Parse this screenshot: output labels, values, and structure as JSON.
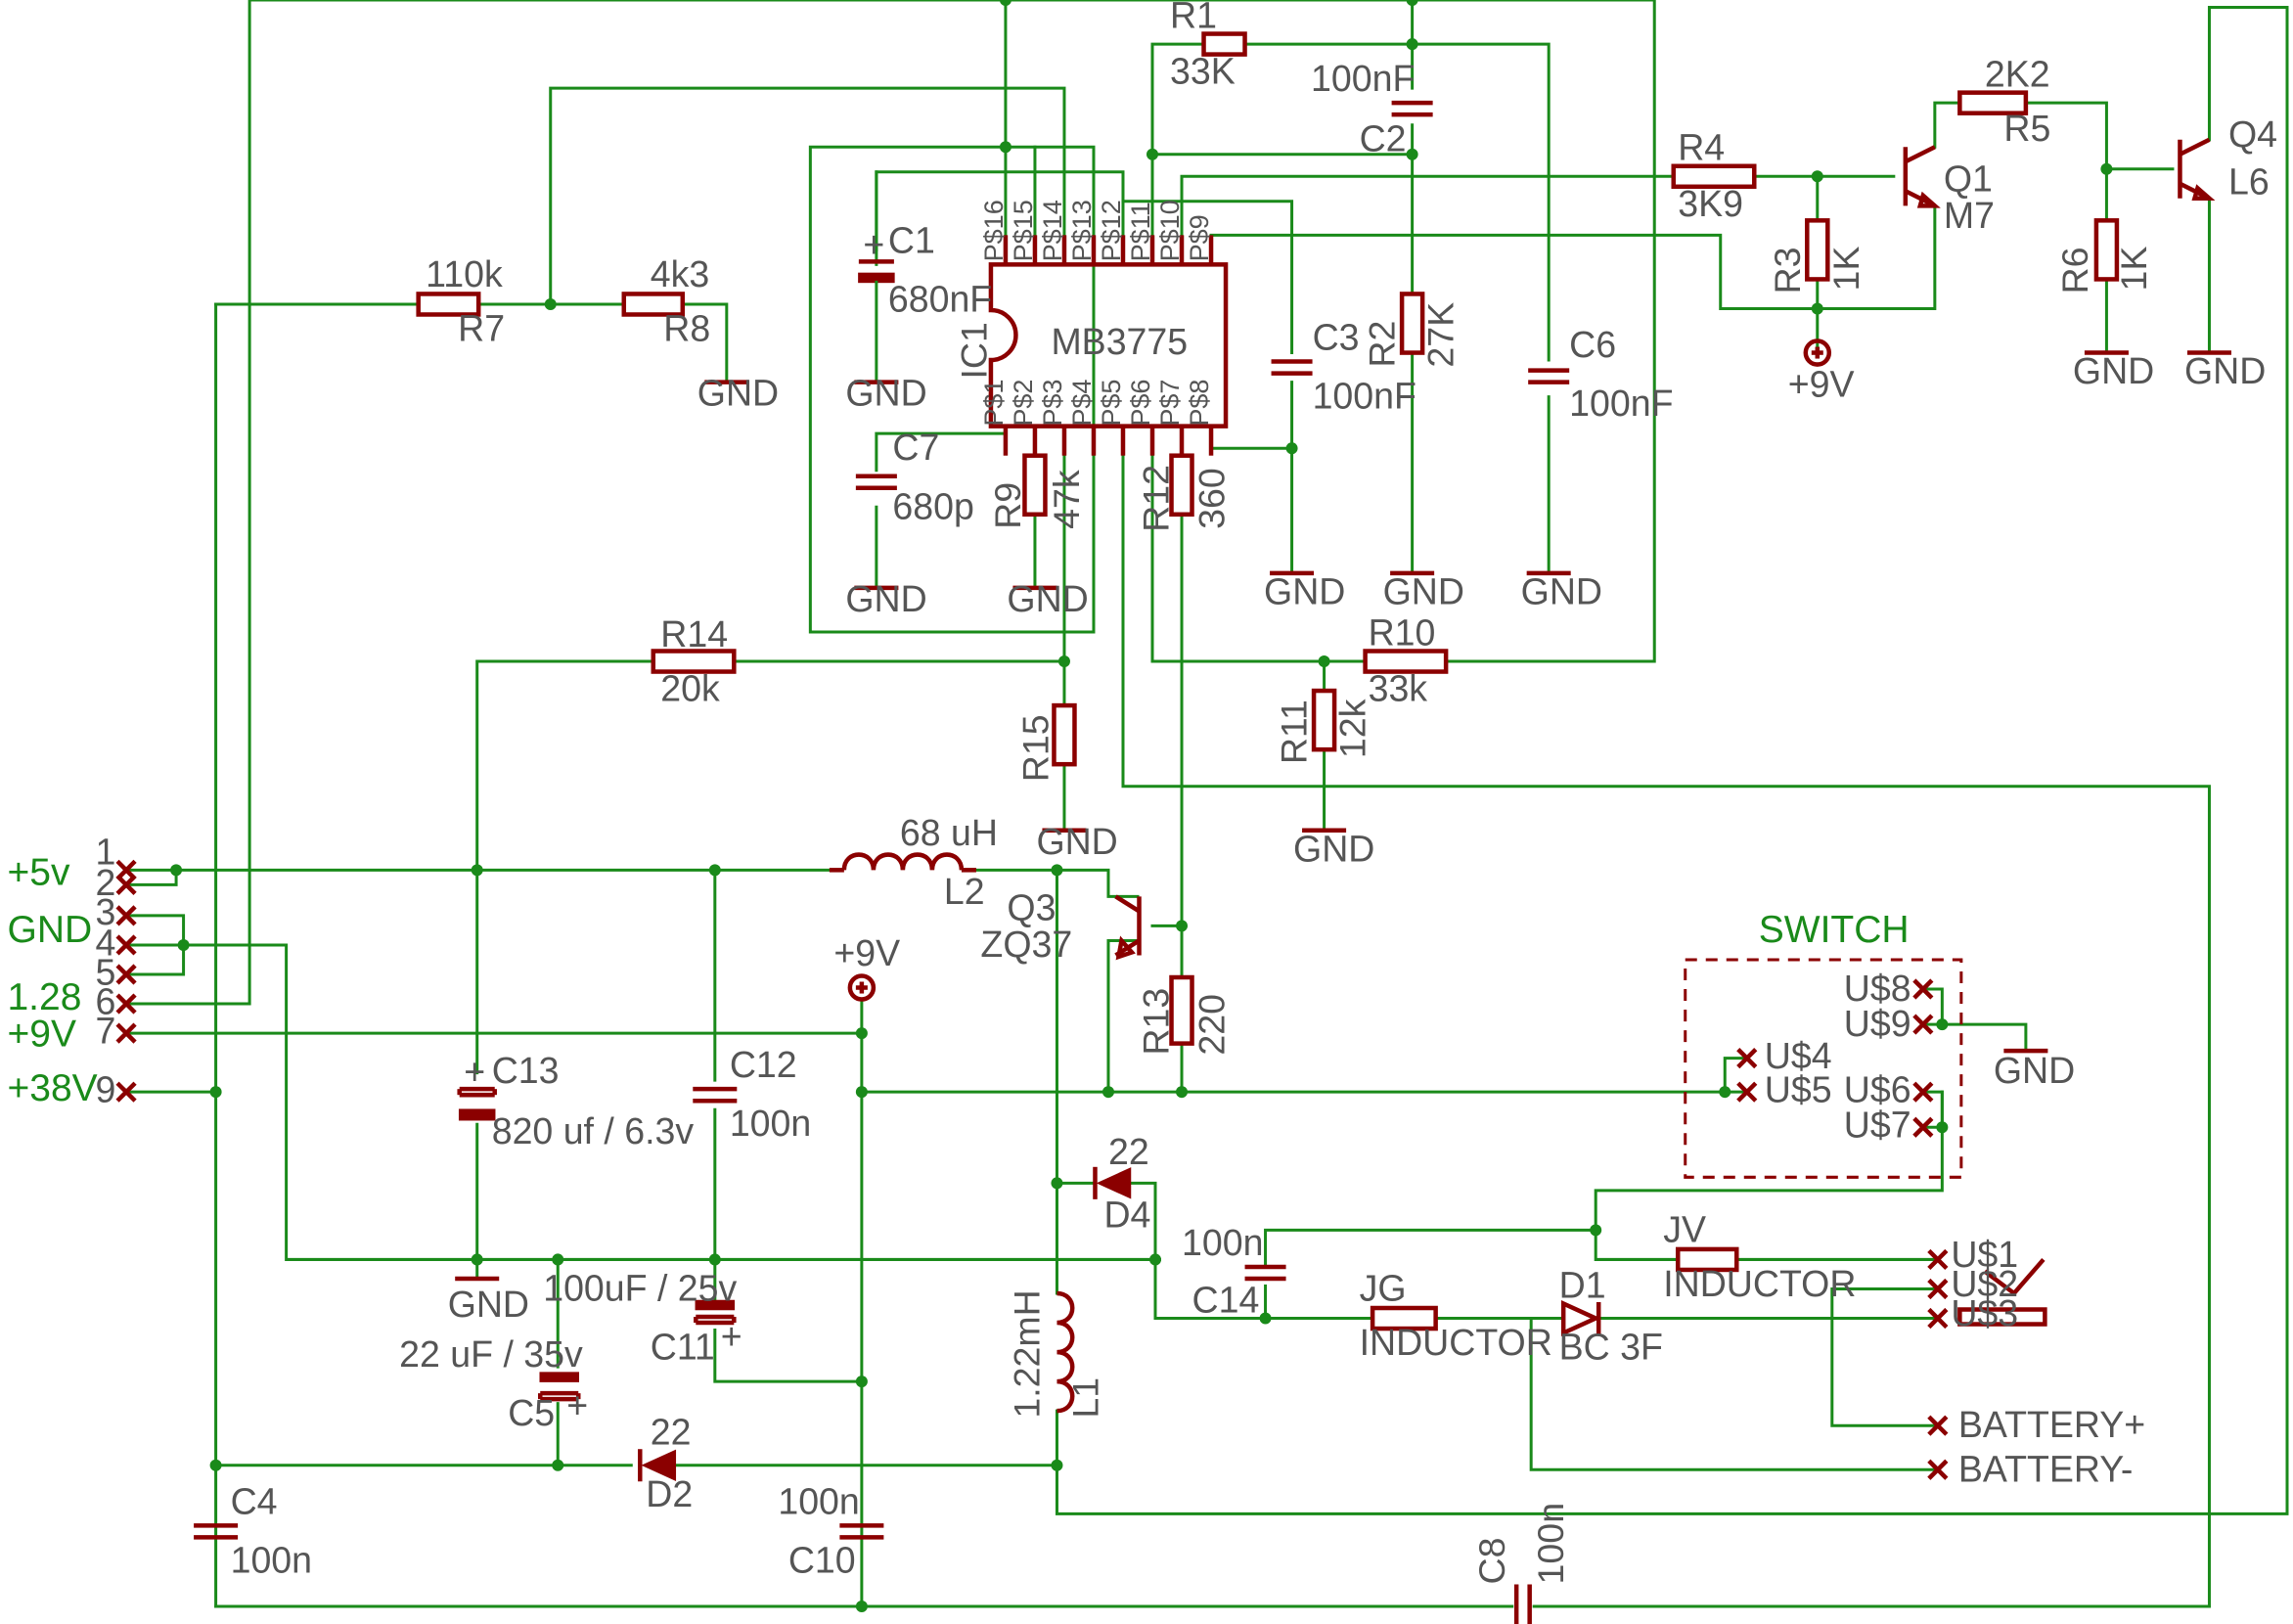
{
  "ic": {
    "ref": "IC1",
    "part": "MB3775",
    "pins_top": [
      "P$16",
      "P$15",
      "P$14",
      "P$13",
      "P$12",
      "P$11",
      "P$10",
      "P$9"
    ],
    "pins_bottom": [
      "P$1",
      "P$2",
      "P$3",
      "P$4",
      "P$5",
      "P$6",
      "P$7",
      "P$8"
    ]
  },
  "parts": {
    "r1": {
      "ref": "R1",
      "val": "33K"
    },
    "r2": {
      "ref": "R2",
      "val": "27K"
    },
    "r3": {
      "ref": "R3",
      "val": "1K"
    },
    "r4": {
      "ref": "R4",
      "val": "3K9"
    },
    "r5": {
      "ref": "R5",
      "val": "2K2"
    },
    "r6": {
      "ref": "R6",
      "val": "1K"
    },
    "r7": {
      "ref": "R7",
      "val": "110k"
    },
    "r8": {
      "ref": "R8",
      "val": "4k3"
    },
    "r9": {
      "ref": "R9",
      "val": "47k"
    },
    "r10": {
      "ref": "R10",
      "val": "33k"
    },
    "r11": {
      "ref": "R11",
      "val": "12k"
    },
    "r12": {
      "ref": "R12",
      "val": "360"
    },
    "r13": {
      "ref": "R13",
      "val": "220"
    },
    "r14": {
      "ref": "R14",
      "val": "20k"
    },
    "r15": {
      "ref": "R15",
      "val": ""
    },
    "c1": {
      "ref": "C1",
      "val": "680nF"
    },
    "c2": {
      "ref": "C2",
      "val": "100nF"
    },
    "c3": {
      "ref": "C3",
      "val": "100nF"
    },
    "c4": {
      "ref": "C4",
      "val": "100n"
    },
    "c5": {
      "ref": "C5",
      "val": "22 uF / 35v"
    },
    "c6": {
      "ref": "C6",
      "val": "100nF"
    },
    "c7": {
      "ref": "C7",
      "val": "680p"
    },
    "c8": {
      "ref": "C8",
      "val": "100n"
    },
    "c10": {
      "ref": "C10",
      "val": "100n"
    },
    "c11": {
      "ref": "C11",
      "val": "100uF / 25v"
    },
    "c12": {
      "ref": "C12",
      "val": "100n"
    },
    "c13": {
      "ref": "C13",
      "val": "820 uf / 6.3v"
    },
    "c14": {
      "ref": "C14",
      "val": "100n"
    },
    "l1": {
      "ref": "L1",
      "val": "1.22mH"
    },
    "l2": {
      "ref": "L2",
      "val": "68 uH"
    },
    "d1": {
      "ref": "D1",
      "val": "BC 3F"
    },
    "d2": {
      "ref": "D2",
      "val": "22"
    },
    "d4": {
      "ref": "D4",
      "val": "22"
    },
    "q1": {
      "ref": "Q1",
      "val": "M7"
    },
    "q3": {
      "ref": "Q3",
      "val": "ZQ37"
    },
    "q4": {
      "ref": "Q4",
      "val": "L6"
    },
    "jg": {
      "ref": "JG",
      "val": "INDUCTOR"
    },
    "jv": {
      "ref": "JV",
      "val": "INDUCTOR"
    }
  },
  "labels": {
    "gnd": "GND",
    "vcc9": "+9V",
    "switch": "SWITCH"
  },
  "connector": {
    "pins": [
      "1",
      "2",
      "3",
      "4",
      "5",
      "6",
      "7",
      "9"
    ],
    "nets": [
      "+5v",
      "GND",
      "1.28",
      "+9V",
      "+38V"
    ]
  },
  "switch_pins": [
    "U$8",
    "U$9",
    "U$4",
    "U$5",
    "U$6",
    "U$7"
  ],
  "output_pins": [
    "U$1",
    "U$2",
    "U$3"
  ],
  "battery": {
    "plus": "BATTERY+",
    "minus": "BATTERY-"
  },
  "colors": {
    "wire": "#1a8a1a",
    "component": "#8b0000",
    "text": "#555555"
  }
}
